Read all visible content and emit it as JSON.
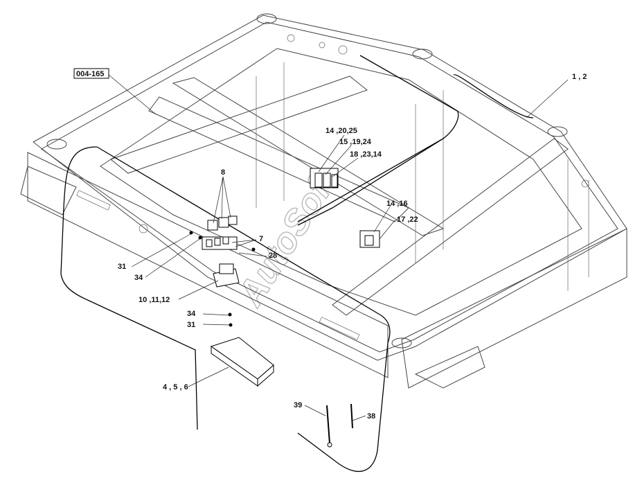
{
  "diagram": {
    "reference_box": "004-165",
    "watermark": "AutoSoft",
    "callouts": [
      {
        "id": "c-1-2",
        "text": "1 , 2"
      },
      {
        "id": "c-14-20-25",
        "text": "14 ,20,25"
      },
      {
        "id": "c-15-19-24",
        "text": "15 ,19,24"
      },
      {
        "id": "c-18-23-14",
        "text": "18 ,23,14"
      },
      {
        "id": "c-8",
        "text": "8"
      },
      {
        "id": "c-14-16",
        "text": "14 ,16"
      },
      {
        "id": "c-17-22",
        "text": "17 ,22"
      },
      {
        "id": "c-7",
        "text": "7"
      },
      {
        "id": "c-28",
        "text": "28"
      },
      {
        "id": "c-31a",
        "text": "31"
      },
      {
        "id": "c-34a",
        "text": "34"
      },
      {
        "id": "c-10-11-12",
        "text": "10 ,11,12"
      },
      {
        "id": "c-34b",
        "text": "34"
      },
      {
        "id": "c-31b",
        "text": "31"
      },
      {
        "id": "c-4-5-6",
        "text": "4 , 5 , 6"
      },
      {
        "id": "c-39",
        "text": "39"
      },
      {
        "id": "c-38",
        "text": "38"
      }
    ]
  }
}
